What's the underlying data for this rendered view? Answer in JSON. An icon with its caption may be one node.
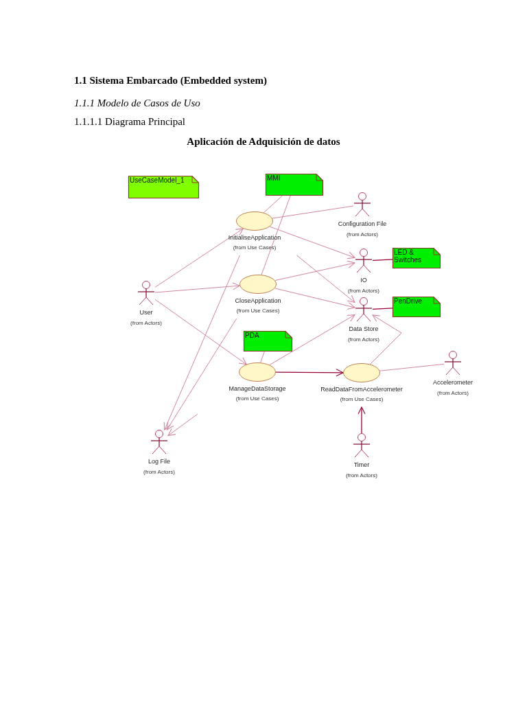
{
  "diagram": {
    "title": "Aplicación de Adquisición de datos",
    "labels": [
      "1.1 Sistema Embarcado (Embedded system)",
      "1.1.1 Modelo de Casos de Uso",
      "1.1.1.1 Diagrama Principal"
    ],
    "nodes": [
      {
        "text": [
          "UseCaseModel_1"
        ]
      },
      {
        "text": [
          "MMI"
        ]
      },
      {
        "text": [
          "Configuration File",
          "(from Actors)"
        ]
      },
      {
        "text": [
          "InitialiseApplication",
          "(from Use Cases)"
        ]
      },
      {
        "text": [
          "IO",
          "(from Actors)"
        ]
      },
      {
        "text": [
          "LED & Switches"
        ]
      },
      {
        "text": [
          "User",
          "(from Actors)"
        ]
      },
      {
        "text": [
          "CloseApplication",
          "(from Use Cases)"
        ]
      },
      {
        "text": [
          "Data Store",
          "(from Actors)"
        ]
      },
      {
        "text": [
          "PenDrive"
        ]
      },
      {
        "text": [
          "PDA"
        ]
      },
      {
        "text": [
          "ManageDataStorage",
          "(from Use Cases)"
        ]
      },
      {
        "text": [
          "ReadDataFromAccelerometer",
          "(from Use Cases)"
        ]
      },
      {
        "text": [
          "Accelerometer",
          "(from Actors)"
        ]
      },
      {
        "text": [
          "Log File",
          "(from Actors)"
        ]
      },
      {
        "text": [
          "Timer",
          "(from Actors)"
        ]
      }
    ],
    "edges": [
      {
        "from": 1,
        "to": 3,
        "arrow": "none"
      },
      {
        "from": 1,
        "to": 7,
        "arrow": "none"
      },
      {
        "from": 3,
        "to": 2,
        "arrow": "none"
      },
      {
        "from": 6,
        "to": 3,
        "arrow": "to"
      },
      {
        "from": 6,
        "to": 7,
        "arrow": "to"
      },
      {
        "from": 6,
        "to": 11,
        "arrow": "to"
      },
      {
        "from": 3,
        "to": 4,
        "arrow": "to"
      },
      {
        "from": 3,
        "to": 8,
        "arrow": "to"
      },
      {
        "from": 7,
        "to": 4,
        "arrow": "to"
      },
      {
        "from": 7,
        "to": 8,
        "arrow": "to"
      },
      {
        "from": 4,
        "to": 5,
        "arrow": "none",
        "color": "#990033"
      },
      {
        "from": 8,
        "to": 9,
        "arrow": "none",
        "color": "#990033"
      },
      {
        "from": 3,
        "to": 14,
        "arrow": "to"
      },
      {
        "from": 7,
        "to": 14,
        "arrow": "to"
      },
      {
        "from": null,
        "to": 14,
        "arrow": "to"
      },
      {
        "from": 10,
        "to": 11,
        "arrow": "none"
      },
      {
        "from": 11,
        "to": 8,
        "arrow": "to"
      },
      {
        "from": 11,
        "to": 12,
        "arrow": "to",
        "color": "#990033"
      },
      {
        "from": 12,
        "to": 8,
        "arrow": "to"
      },
      {
        "from": 12,
        "to": 13,
        "arrow": "none"
      },
      {
        "from": 15,
        "to": 12,
        "arrow": "to",
        "color": "#990033"
      }
    ]
  }
}
